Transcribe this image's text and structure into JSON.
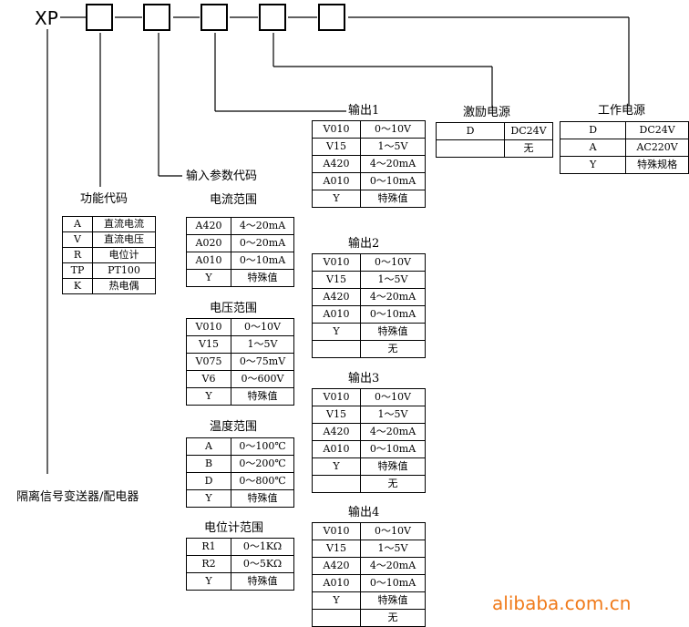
{
  "prefix": "XP",
  "product_name": "隔离信号变送器/配电器",
  "watermark": "alibaba.com.cn",
  "func": {
    "title": "功能代码",
    "rows": [
      [
        "A",
        "直流电流"
      ],
      [
        "V",
        "直流电压"
      ],
      [
        "R",
        "电位计"
      ],
      [
        "TP",
        "PT100"
      ],
      [
        "K",
        "热电偶"
      ]
    ]
  },
  "input_param_title": "输入参数代码",
  "current": {
    "title": "电流范围",
    "rows": [
      [
        "A420",
        "4～20mA"
      ],
      [
        "A020",
        "0～20mA"
      ],
      [
        "A010",
        "0～10mA"
      ],
      [
        "Y",
        "特殊值"
      ]
    ]
  },
  "voltage": {
    "title": "电压范围",
    "rows": [
      [
        "V010",
        "0～10V"
      ],
      [
        "V15",
        "1～5V"
      ],
      [
        "V075",
        "0～75mV"
      ],
      [
        "V6",
        "0～600V"
      ],
      [
        "Y",
        "特殊值"
      ]
    ]
  },
  "temperature": {
    "title": "温度范围",
    "rows": [
      [
        "A",
        "0～100℃"
      ],
      [
        "B",
        "0～200℃"
      ],
      [
        "D",
        "0～800℃"
      ],
      [
        "Y",
        "特殊值"
      ]
    ]
  },
  "potentiometer": {
    "title": "电位计范围",
    "rows": [
      [
        "R1",
        "0～1KΩ"
      ],
      [
        "R2",
        "0～5KΩ"
      ],
      [
        "Y",
        "特殊值"
      ]
    ]
  },
  "out1": {
    "title": "输出1",
    "rows": [
      [
        "V010",
        "0～10V"
      ],
      [
        "V15",
        "1～5V"
      ],
      [
        "A420",
        "4～20mA"
      ],
      [
        "A010",
        "0～10mA"
      ],
      [
        "Y",
        "特殊值"
      ]
    ]
  },
  "out2": {
    "title": "输出2",
    "rows": [
      [
        "V010",
        "0～10V"
      ],
      [
        "V15",
        "1～5V"
      ],
      [
        "A420",
        "4～20mA"
      ],
      [
        "A010",
        "0～10mA"
      ],
      [
        "Y",
        "特殊值"
      ],
      [
        "",
        "无"
      ]
    ]
  },
  "out3": {
    "title": "输出3",
    "rows": [
      [
        "V010",
        "0～10V"
      ],
      [
        "V15",
        "1～5V"
      ],
      [
        "A420",
        "4～20mA"
      ],
      [
        "A010",
        "0～10mA"
      ],
      [
        "Y",
        "特殊值"
      ],
      [
        "",
        "无"
      ]
    ]
  },
  "out4": {
    "title": "输出4",
    "rows": [
      [
        "V010",
        "0～10V"
      ],
      [
        "V15",
        "1～5V"
      ],
      [
        "A420",
        "4～20mA"
      ],
      [
        "A010",
        "0～10mA"
      ],
      [
        "Y",
        "特殊值"
      ],
      [
        "",
        "无"
      ]
    ]
  },
  "excitation": {
    "title": "激励电源",
    "rows": [
      [
        "D",
        "DC24V"
      ],
      [
        "",
        "无"
      ]
    ]
  },
  "power": {
    "title": "工作电源",
    "rows": [
      [
        "D",
        "DC24V"
      ],
      [
        "A",
        "AC220V"
      ],
      [
        "Y",
        "特殊规格"
      ]
    ]
  }
}
